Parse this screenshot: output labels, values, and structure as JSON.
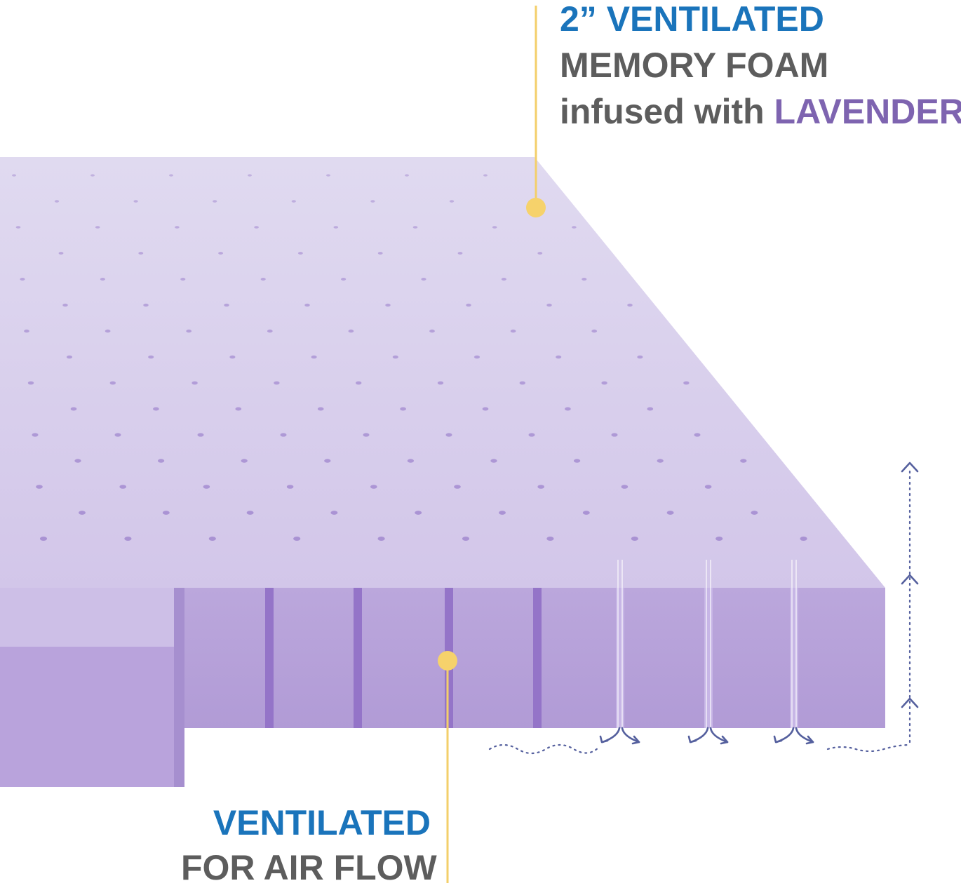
{
  "top_callout": {
    "line1": "2” VENTILATED",
    "line2": "MEMORY FOAM",
    "line3_prefix": "infused with ",
    "line3_highlight": "LAVENDER"
  },
  "bottom_callout": {
    "line1": "VENTILATED",
    "line2": "FOR AIR FLOW"
  },
  "colors": {
    "blue": "#1a74bb",
    "gray": "#5d5d5d",
    "lavender_text": "#7e64b0",
    "top_surface_light": "#dcd5ee",
    "top_surface_dark": "#c8b8e4",
    "side_face": "#b8a3d8",
    "channel": "#9577c6",
    "callout_yellow": "#f6d26b",
    "airflow_arrow": "#4f5fa0"
  },
  "icons": [
    "airflow-arrow-icon",
    "callout-dot-icon"
  ]
}
